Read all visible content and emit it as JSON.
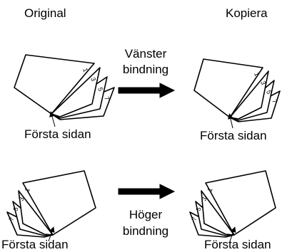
{
  "header": {
    "original_title": "Original",
    "copy_title": "Kopiera"
  },
  "rows": [
    {
      "binding_line1": "Vänster",
      "binding_line2": "bindning",
      "original_caption": "Första sidan",
      "copy_caption": "Första sidan",
      "page_numbers": [
        "1",
        "3",
        "5",
        "7"
      ]
    },
    {
      "binding_line1": "Höger",
      "binding_line2": "bindning",
      "original_caption": "Första sidan",
      "copy_caption": "Första sidan",
      "page_numbers": [
        "1",
        "3",
        "5",
        "7"
      ]
    }
  ],
  "colors": {
    "ink": "#000000",
    "page": "#ffffff"
  }
}
